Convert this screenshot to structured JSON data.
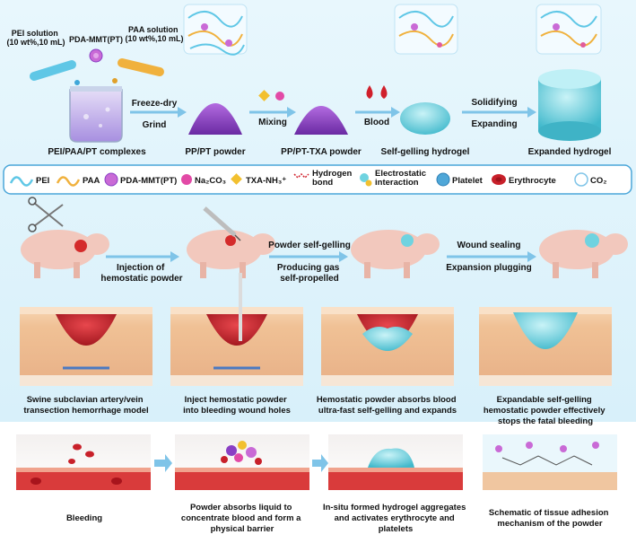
{
  "row1": {
    "pei_solution": [
      "PEI solution",
      "(10 wt%,10 mL)"
    ],
    "paa_solution": [
      "PAA solution",
      "(10 wt%,10 mL)"
    ],
    "pda_mmt": "PDA-MMT(PT)",
    "step1_top": "Freeze-dry",
    "step1_bottom": "Grind",
    "step2": "Mixing",
    "step3": "Blood",
    "step4_top": "Solidifying",
    "step4_bottom": "Expanding",
    "caption_complexes": "PEI/PAA/PT complexes",
    "caption_pp_pt": "PP/PT powder",
    "caption_pp_pt_txa": "PP/PT-TXA powder",
    "caption_self_gelling": "Self-gelling hydrogel",
    "caption_expanded": "Expanded hydrogel"
  },
  "legend": {
    "pei": "PEI",
    "paa": "PAA",
    "pda_mmt": "PDA-MMT(PT)",
    "na2co3": "Na₂CO₃",
    "txa": "TXA-NH₃⁺",
    "hbond": [
      "Hydrogen",
      "bond"
    ],
    "electrostatic": [
      "Electrostatic",
      "interaction"
    ],
    "platelet": "Platelet",
    "erythrocyte": "Erythrocyte",
    "co2": "CO₂"
  },
  "row2": {
    "arrow1": [
      "Injection of",
      "hemostatic powder"
    ],
    "arrow2_top": "Powder self-gelling",
    "arrow2_bottom": [
      "Producing gas",
      "self-propelled"
    ],
    "arrow3_top": "Wound sealing",
    "arrow3_bottom": "Expansion plugging"
  },
  "row3": {
    "cap1": [
      "Swine subclavian artery/vein",
      "transection hemorrhage model"
    ],
    "cap2": [
      "Inject hemostatic powder",
      "into bleeding wound holes"
    ],
    "cap3": [
      "Hemostatic powder absorbs blood",
      "ultra-fast self-gelling and expands"
    ],
    "cap4": [
      "Expandable self-gelling",
      "hemostatic powder effectively",
      "stops the fatal bleeding"
    ]
  },
  "row4": {
    "cap1": "Bleeding",
    "cap2": [
      "Powder absorbs liquid to",
      "concentrate blood and form a",
      "physical barrier"
    ],
    "cap3": [
      "In-situ formed hydrogel aggregates",
      "and activates erythrocyte and",
      "platelets"
    ],
    "cap4": [
      "Schematic of tissue adhesion",
      "mechanism of the powder"
    ]
  },
  "colors": {
    "background": "#d7f0fb",
    "arrow": "#7fc4e8",
    "blood": "#c8202a",
    "hydrogel": "#6fd3e0",
    "powder_purple": "#8a3fc4",
    "skin": "#f2c9a0",
    "legend_border": "#4aa6d9"
  },
  "icons": [
    "beaker-icon",
    "pig-icon",
    "syringe-icon",
    "scissors-icon",
    "blood-drop-icon",
    "platelet-icon",
    "erythrocyte-icon"
  ]
}
